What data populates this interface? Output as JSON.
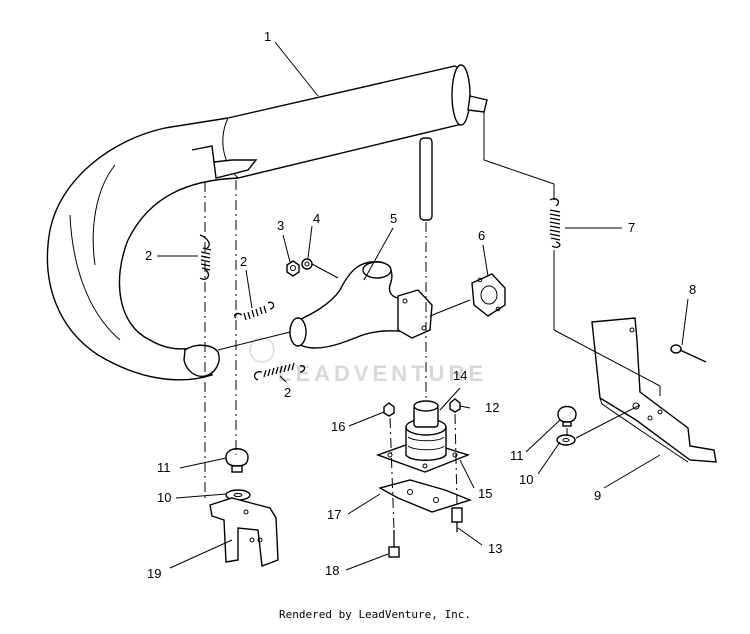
{
  "watermark": "LEADVENTURE",
  "footer": "Rendered by LeadVenture, Inc.",
  "callouts": [
    "1",
    "2",
    "2",
    "2",
    "3",
    "4",
    "5",
    "6",
    "7",
    "8",
    "9",
    "10",
    "10",
    "11",
    "11",
    "12",
    "13",
    "14",
    "15",
    "16",
    "17",
    "18",
    "19"
  ]
}
